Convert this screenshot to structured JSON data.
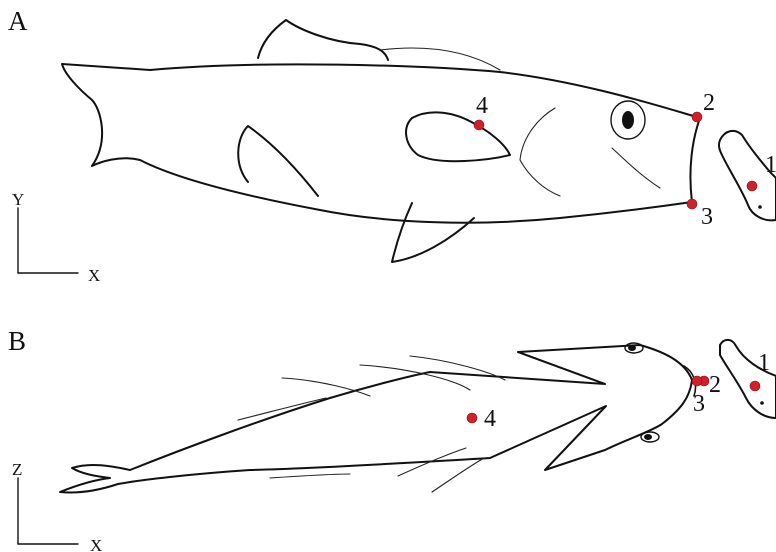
{
  "panels": [
    {
      "letter": "A",
      "axes": {
        "vertical": "Y",
        "horizontal": "X"
      },
      "points": [
        "1",
        "2",
        "3",
        "4"
      ]
    },
    {
      "letter": "B",
      "axes": {
        "vertical": "Z",
        "horizontal": "X"
      },
      "points": [
        "1",
        "2",
        "3",
        "4"
      ]
    }
  ],
  "colors": {
    "marker": "#d0202a",
    "line": "#111111",
    "background": "#ffffff"
  }
}
